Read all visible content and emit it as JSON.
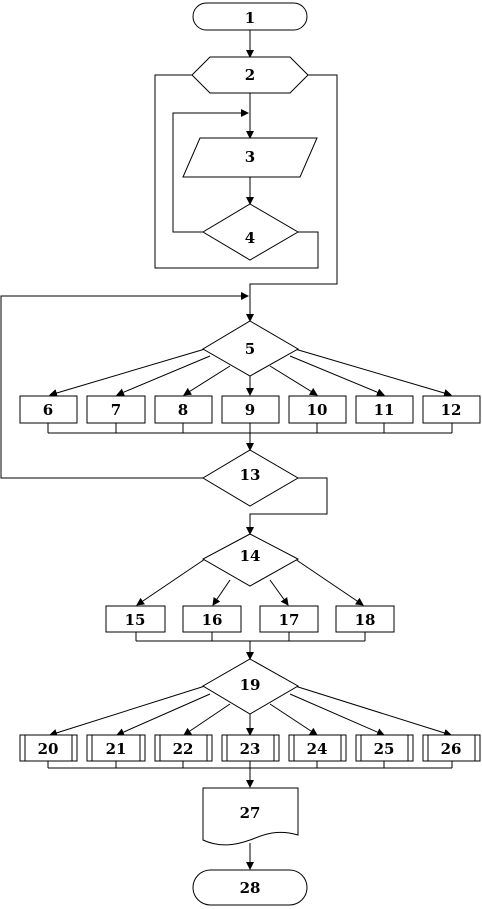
{
  "nodes": {
    "n1": "1",
    "n2": "2",
    "n3": "3",
    "n4": "4",
    "n5": "5",
    "n6": "6",
    "n7": "7",
    "n8": "8",
    "n9": "9",
    "n10": "10",
    "n11": "11",
    "n12": "12",
    "n13": "13",
    "n14": "14",
    "n15": "15",
    "n16": "16",
    "n17": "17",
    "n18": "18",
    "n19": "19",
    "n20": "20",
    "n21": "21",
    "n22": "22",
    "n23": "23",
    "n24": "24",
    "n25": "25",
    "n26": "26",
    "n27": "27",
    "n28": "28"
  },
  "colors": {
    "stroke": "#000000",
    "fill": "#ffffff"
  }
}
